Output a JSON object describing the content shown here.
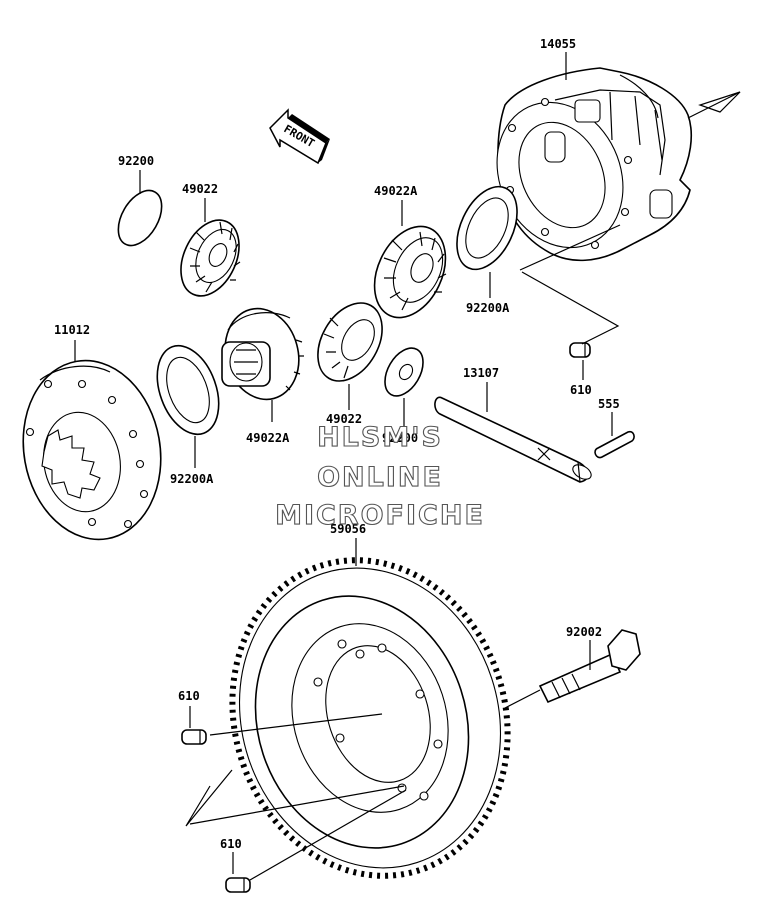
{
  "labels": {
    "p14055": "14055",
    "p92200": "92200",
    "p49022_top": "49022",
    "p49022A_top": "49022A",
    "p92200A_top": "92200A",
    "p11012": "11012",
    "p49022A_bot": "49022A",
    "p49022_bot": "49022",
    "p92200A_bot": "92200A",
    "p13107": "13107",
    "p610_a": "610",
    "p555": "555",
    "p59056": "59056",
    "p92002": "92002",
    "p610_b": "610",
    "p610_c": "610",
    "p92200_hidden": "92200"
  },
  "front_arrow": "FRONT",
  "watermark": {
    "line1": "HLSM'S",
    "line2": "ONLINE",
    "line3": "MICROFICHE"
  },
  "colors": {
    "line": "#000000",
    "background": "#ffffff",
    "watermark_outline": "#555555"
  }
}
